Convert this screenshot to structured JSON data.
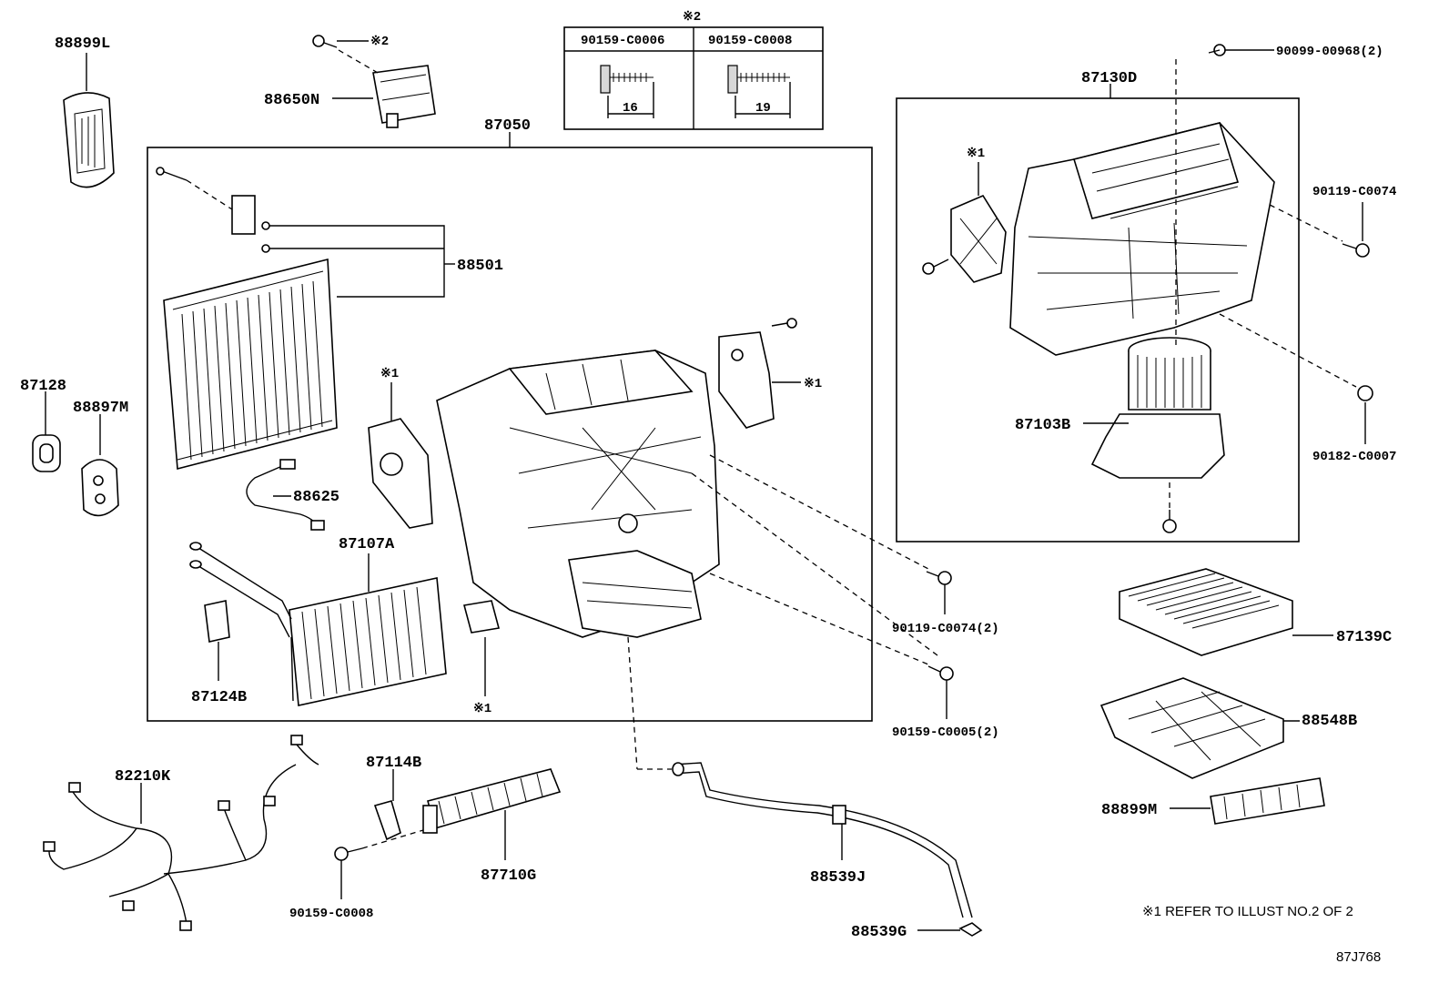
{
  "labels": {
    "p88899L": "88899L",
    "p88650N": "88650N",
    "mark2_top": "※2",
    "mark2_bolt": "※2",
    "bolt_a": "90159-C0006",
    "bolt_b": "90159-C0008",
    "bolt_a_len": "16",
    "bolt_b_len": "19",
    "p87050": "87050",
    "p88501": "88501",
    "p87128": "87128",
    "p88897M": "88897M",
    "mark1_a": "※1",
    "mark1_b": "※1",
    "mark1_c": "※1",
    "mark1_d": "※1",
    "p88625": "88625",
    "p87107A": "87107A",
    "p87124B": "87124B",
    "p87130D": "87130D",
    "p90099": "90099-00968(2)",
    "p90119a": "90119-C0074",
    "p87103B": "87103B",
    "p90182": "90182-C0007",
    "p90119b": "90119-C0074(2)",
    "p90159c": "90159-C0005(2)",
    "p87139C": "87139C",
    "p88548B": "88548B",
    "p88899M": "88899M",
    "p82210K": "82210K",
    "p87114B": "87114B",
    "p87710G": "87710G",
    "p90159d": "90159-C0008",
    "p88539J": "88539J",
    "p88539G": "88539G",
    "refer_note": "※1 REFER TO ILLUST NO.2 OF 2",
    "drawing_no": "87J768"
  }
}
